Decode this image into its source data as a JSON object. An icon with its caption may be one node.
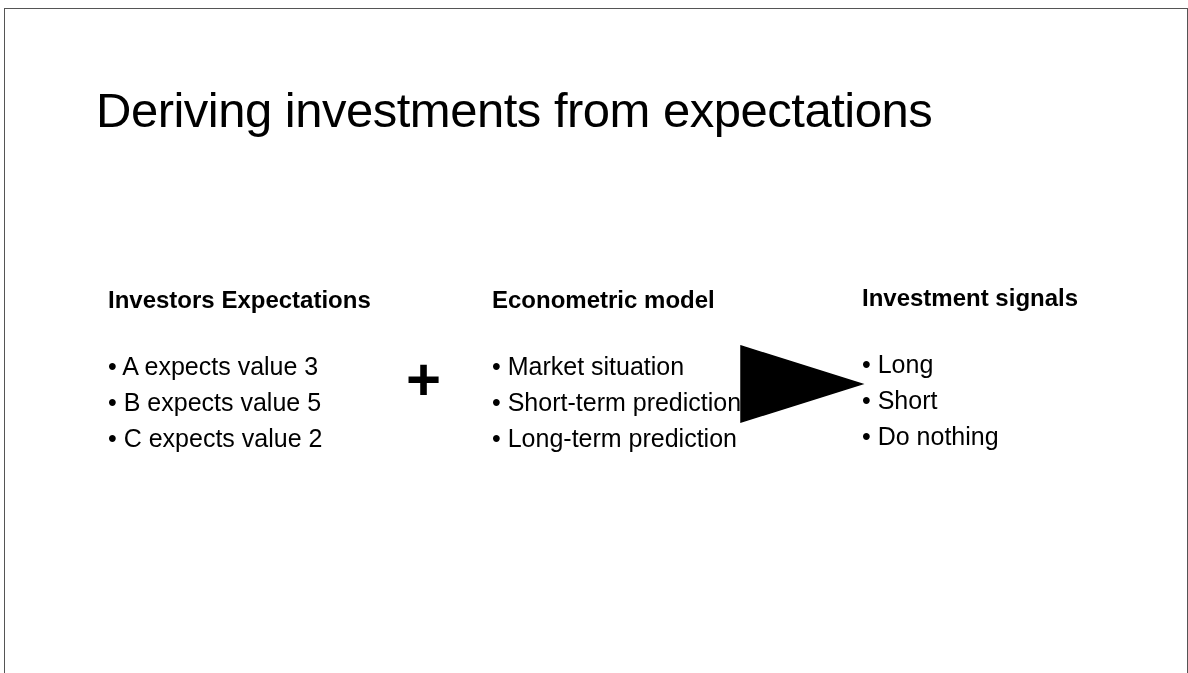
{
  "diagram": {
    "title": "Deriving investments from expectations",
    "nodes": [
      {
        "text": [
          "Investors Expectations",
          "• A expects value 3",
          "• B expects value 5",
          "• C expects value 2"
        ]
      },
      {
        "text": [
          "Econometric model",
          "• Market situation",
          "• Short-term prediction",
          "• Long-term prediction"
        ]
      },
      {
        "text": [
          "Investment signals",
          "• Long",
          "• Short",
          "• Do nothing"
        ]
      }
    ],
    "edges": [
      {
        "from": 1,
        "to": 2,
        "arrow": "to"
      }
    ],
    "labels": [
      "+"
    ]
  }
}
